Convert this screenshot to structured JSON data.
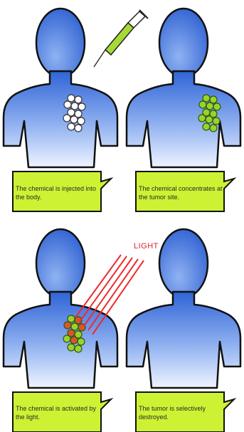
{
  "panels": [
    {
      "caption": "The chemical is injected into the body."
    },
    {
      "caption": "The chemical concentrates at the tumor site."
    },
    {
      "caption": "The chemical is activated by the light."
    },
    {
      "caption": "The tumor is selectively destroyed."
    }
  ],
  "light_label": "LIGHT",
  "colors": {
    "body_top": "#2f64d6",
    "body_bottom": "#e9f1ff",
    "caption_bg": "#ccf233",
    "tumor_white": "#ffffff",
    "tumor_green": "#9bd22a",
    "tumor_activated": "#e0532a",
    "light_beam": "#ee2b2b",
    "syringe": "#a6d936"
  }
}
